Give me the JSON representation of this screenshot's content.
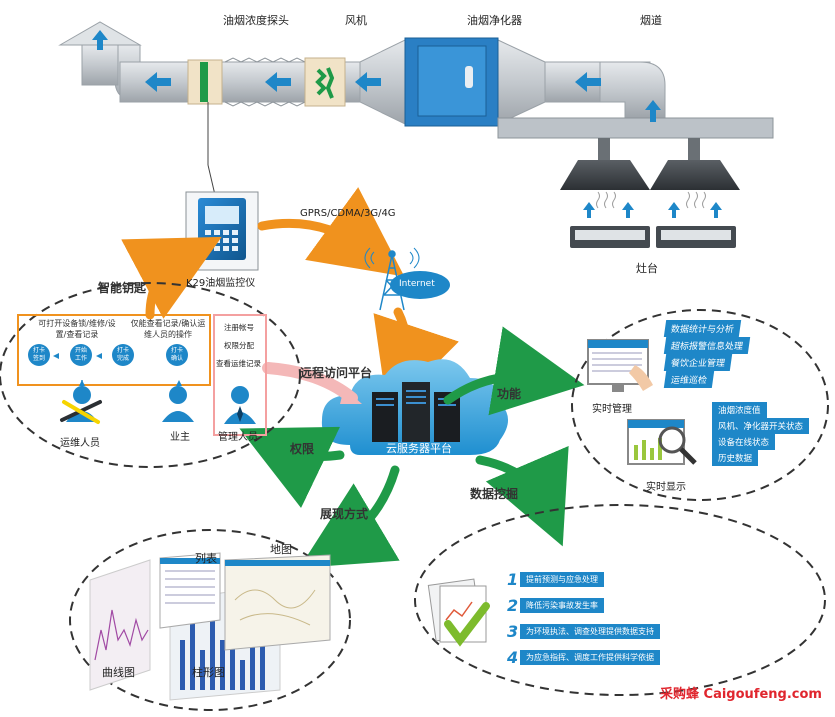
{
  "labels": {
    "probe": "油烟浓度探头",
    "fan": "风机",
    "purifier": "油烟净化器",
    "flue": "烟道",
    "stove": "灶台",
    "monitor": "K29油烟监控仪",
    "network": "GPRS/CDMA/3G/4G",
    "internet": "Internet",
    "smart_key": "智能钥匙",
    "remote_access": "远程访问平台",
    "permission": "权限",
    "cloud": "云服务器平台",
    "function": "功能",
    "data_mining": "数据挖掘",
    "presentation": "展现方式"
  },
  "roles": {
    "ops_note": "可打开设备锁/维修/设置/查看记录",
    "owner_note": "仅能查看记录/确认运维人员的操作",
    "ops_person": "运维人员",
    "owner": "业主",
    "manager": "管理人员",
    "steps": [
      {
        "line1": "打卡",
        "line2": "签到"
      },
      {
        "line1": "开始",
        "line2": "工作"
      },
      {
        "line1": "打卡",
        "line2": "完成"
      },
      {
        "line1": "打卡",
        "line2": "确认"
      }
    ],
    "manager_items": [
      "注册帐号",
      "权限分配",
      "查看运维记录"
    ]
  },
  "functions": {
    "realtime_manage": {
      "title": "实时管理",
      "items": [
        "数据统计与分析",
        "超标报警信息处理",
        "餐饮企业管理",
        "运维巡检"
      ]
    },
    "realtime_display": {
      "title": "实时显示",
      "items": [
        "油烟浓度值",
        "风机、净化器开关状态",
        "设备在线状态",
        "历史数据"
      ]
    }
  },
  "mining": {
    "items": [
      {
        "num": "1",
        "text": "提前预测与应急处理"
      },
      {
        "num": "2",
        "text": "降低污染事故发生率"
      },
      {
        "num": "3",
        "text": "为环境执法、调查处理提供数据支持"
      },
      {
        "num": "4",
        "text": "为应急指挥、调度工作提供科学依据"
      }
    ]
  },
  "presentation": {
    "list": "列表",
    "map": "地图",
    "curve": "曲线图",
    "bar": "柱形图"
  },
  "watermark": "采购蜂 Caigoufeng.com",
  "colors": {
    "orange": "#f0921e",
    "green": "#1f9a48",
    "blue": "#1e87c8",
    "pink": "#f4b8b8",
    "duct": "#b8bec4"
  }
}
